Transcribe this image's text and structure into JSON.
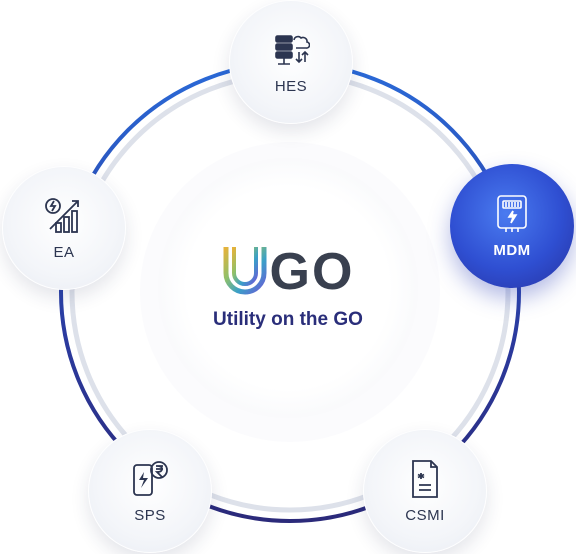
{
  "center": {
    "logo_letter_u": "U",
    "logo_text": "GO",
    "tagline": "Utility on the GO"
  },
  "nodes": {
    "hes": {
      "label": "HES",
      "icon": "server-cloud-icon"
    },
    "mdm": {
      "label": "MDM",
      "icon": "smart-meter-icon",
      "active": true
    },
    "csmi": {
      "label": "CSMI",
      "icon": "document-icon"
    },
    "sps": {
      "label": "SPS",
      "icon": "mobile-payment-icon"
    },
    "ea": {
      "label": "EA",
      "icon": "energy-analytics-icon"
    }
  },
  "colors": {
    "ring_blue": "#1f4fbf",
    "ring_navy": "#2b2a7a",
    "active_node": "#2f4fd2",
    "logo_u_gradient": [
      "#e6b23a",
      "#8fc06a",
      "#3aa0c8",
      "#6a5bd6"
    ],
    "text_dark": "#2c3550"
  }
}
